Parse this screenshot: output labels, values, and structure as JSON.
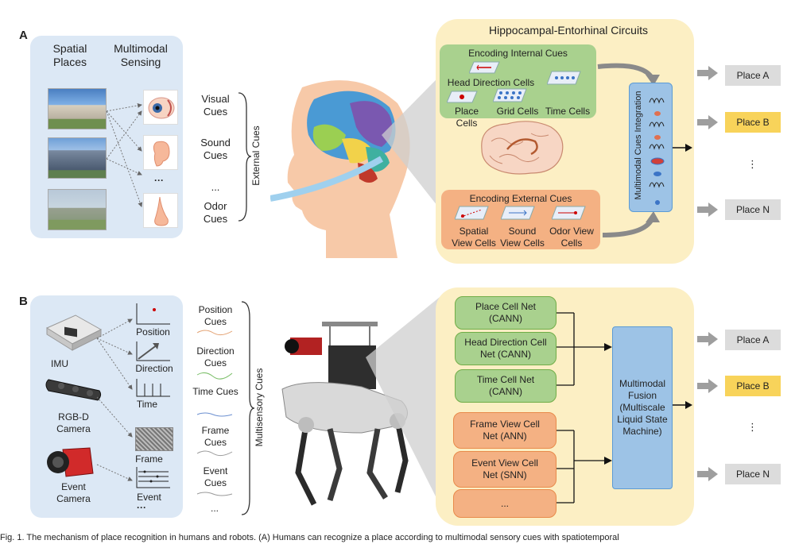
{
  "panel_a": {
    "letter": "A",
    "left_box": {
      "col1_title": "Spatial Places",
      "col2_title": "Multimodal Sensing",
      "sense_ellipsis": "···"
    },
    "cues": [
      "Visual Cues",
      "Sound Cues",
      "...",
      "Odor Cues"
    ],
    "cues_group_label": "External Cues",
    "circuits": {
      "title": "Hippocampal-Entorhinal Circuits",
      "internal_title": "Encoding Internal Cues",
      "head_direction": "Head Direction Cells",
      "place_cells": "Place Cells",
      "grid_cells": "Grid Cells",
      "time_cells": "Time Cells",
      "external_title": "Encoding External Cues",
      "spatial_view": "Spatial View Cells",
      "sound_view": "Sound View Cells",
      "odor_view": "Odor View Cells",
      "integration": "Multimodal Cues Integration"
    },
    "places": [
      "Place A",
      "Place B",
      "⋮",
      "Place N"
    ]
  },
  "panel_b": {
    "letter": "B",
    "sensors": {
      "imu": "IMU",
      "rgbd": "RGB-D Camera",
      "event": "Event Camera"
    },
    "signals": [
      "Position",
      "Direction",
      "Time",
      "Frame",
      "Event",
      "···"
    ],
    "cues": [
      "Position Cues",
      "Direction Cues",
      "Time Cues",
      "Frame Cues",
      "Event Cues",
      "..."
    ],
    "cues_group_label": "Multisensory Cues",
    "nets": {
      "place": "Place Cell Net (CANN)",
      "head": "Head Direction Cell Net (CANN)",
      "time": "Time Cell Net (CANN)",
      "frame": "Frame View Cell Net (ANN)",
      "event": "Event View Cell Net (SNN)",
      "more": "..."
    },
    "fusion": "Multimodal Fusion (Multiscale Liquid State Machine)",
    "places": [
      "Place A",
      "Place B",
      "⋮",
      "Place N"
    ]
  },
  "caption": "Fig. 1. The mechanism of place recognition in humans and robots. (A) Humans can recognize a place according to multimodal sensory cues with spatiotemporal",
  "colors": {
    "panel_bg": "#dce8f5",
    "circuit_bg": "#fcefc4",
    "internal_green": "#a9d18e",
    "external_orange": "#f4b183",
    "integration_blue": "#9dc3e6",
    "place_highlight": "#f8d35a",
    "place_default": "#dcdcdc"
  }
}
